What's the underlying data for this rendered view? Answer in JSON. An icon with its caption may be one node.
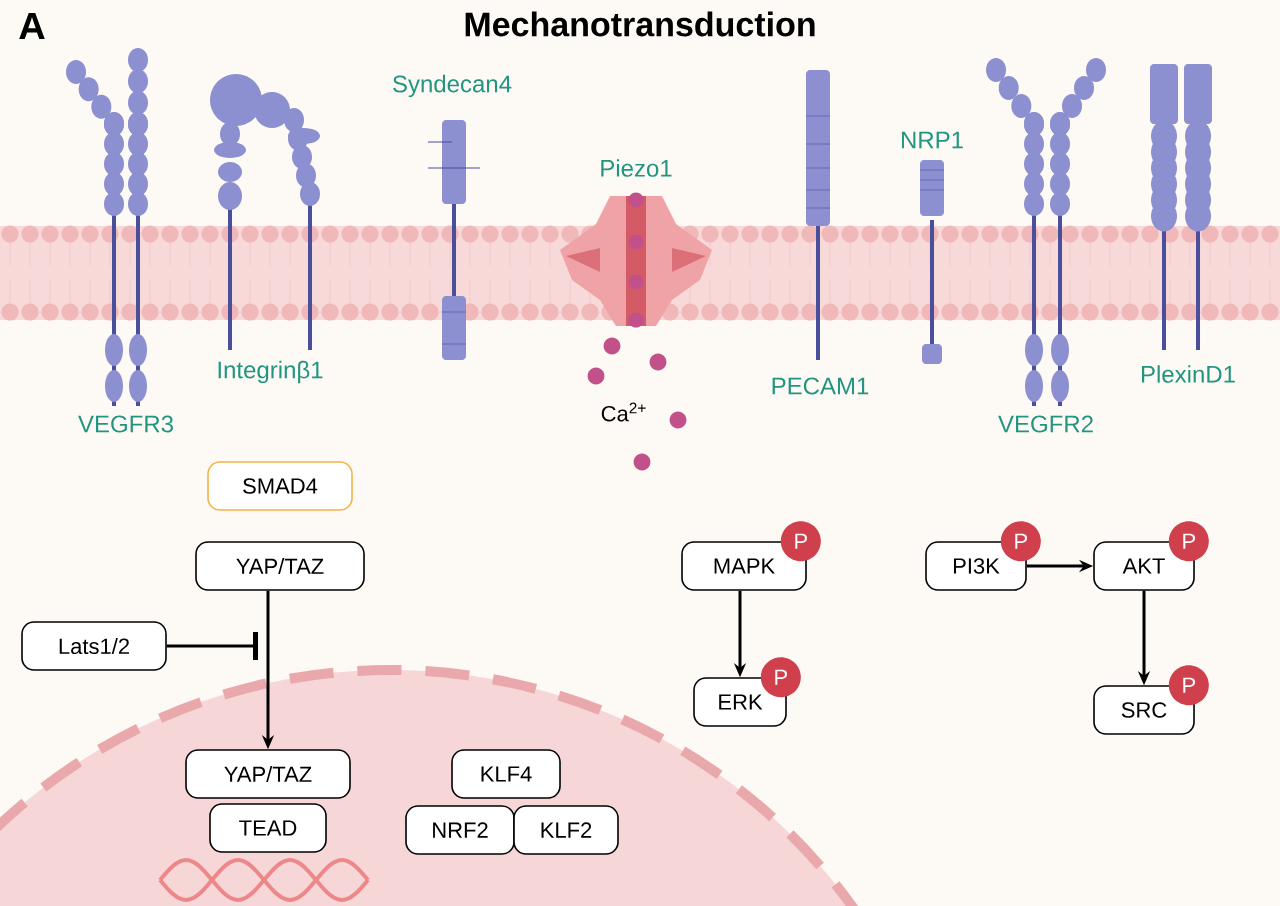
{
  "diagram": {
    "title": "Mechanotransduction",
    "nodes": [
      {
        "text": [
          "SMAD4"
        ]
      },
      {
        "text": [
          "YAP/TAZ"
        ]
      },
      {
        "text": [
          "Lats1/2"
        ]
      },
      {
        "text": [
          "YAP/TAZ"
        ]
      },
      {
        "text": [
          "TEAD"
        ]
      },
      {
        "text": [
          "KLF4"
        ]
      },
      {
        "text": [
          "NRF2"
        ]
      },
      {
        "text": [
          "KLF2"
        ]
      },
      {
        "text": [
          "MAPK"
        ],
        "beside": [
          "P"
        ]
      },
      {
        "text": [
          "ERK"
        ],
        "beside": [
          "P"
        ]
      },
      {
        "text": [
          "PI3K"
        ],
        "beside": [
          "P"
        ]
      },
      {
        "text": [
          "AKT"
        ],
        "beside": [
          "P"
        ]
      },
      {
        "text": [
          "SRC"
        ],
        "beside": [
          "P"
        ]
      }
    ],
    "edges": [
      {
        "from": 1,
        "to": 3,
        "arrow": "to"
      },
      {
        "from": 2,
        "to": null,
        "arrow": "other"
      },
      {
        "from": 8,
        "to": 9,
        "arrow": "to"
      },
      {
        "from": 10,
        "to": 11,
        "arrow": "to"
      },
      {
        "from": 11,
        "to": 12,
        "arrow": "to"
      }
    ],
    "labels": [
      "A",
      "Syndecan4",
      "Piezo1",
      "NRP1",
      "PECAM1",
      "VEGFR3",
      "Integrinβ1",
      "VEGFR2",
      "PlexinD1",
      "Ca$^{2+}$"
    ]
  }
}
